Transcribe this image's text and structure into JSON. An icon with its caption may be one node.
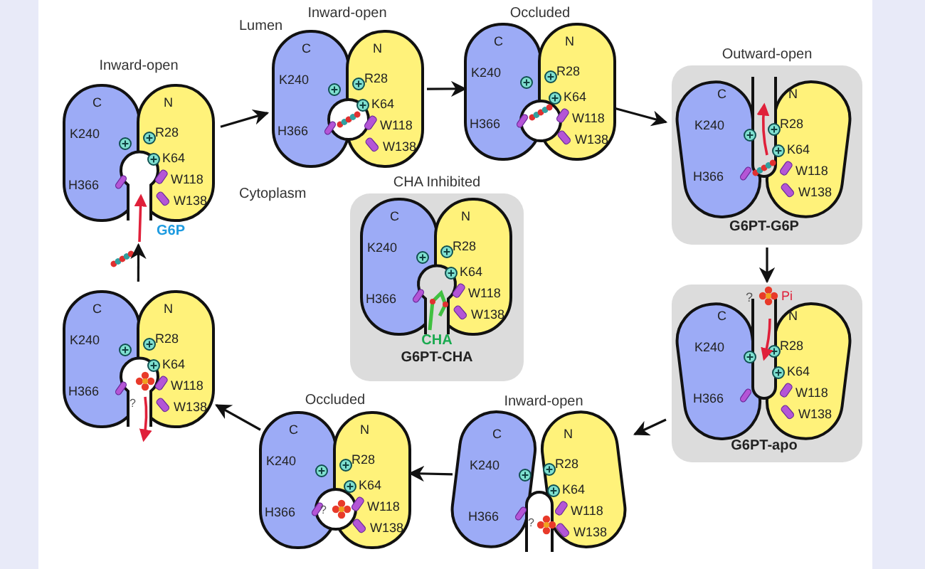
{
  "diagram": {
    "nodes": [
      {
        "text": [
          "Inward-open",
          "C",
          "N",
          "K240",
          "R28",
          "K64",
          "H366",
          "W118",
          "W138",
          "G6P"
        ]
      },
      {
        "text": [
          "Inward-open",
          "C",
          "N",
          "K240",
          "R28",
          "K64",
          "H366",
          "W118",
          "W138"
        ]
      },
      {
        "text": [
          "Occluded",
          "C",
          "N",
          "K240",
          "R28",
          "K64",
          "H366",
          "W118",
          "W138"
        ]
      },
      {
        "text": [
          "Outward-open",
          "C",
          "N",
          "K240",
          "R28",
          "K64",
          "H366",
          "W118",
          "W138",
          "G6PT-G6P"
        ]
      },
      {
        "text": [
          "CHA Inhibited",
          "C",
          "N",
          "K240",
          "R28",
          "K64",
          "H366",
          "W118",
          "W138",
          "CHA",
          "G6PT-CHA"
        ]
      },
      {
        "text": [
          "C",
          "N",
          "K240",
          "R28",
          "K64",
          "H366",
          "W118",
          "W138",
          "?",
          "Pi",
          "G6PT-apo"
        ]
      },
      {
        "text": [
          "C",
          "N",
          "K240",
          "R28",
          "K64",
          "H366",
          "W118",
          "W138",
          "?"
        ]
      },
      {
        "text": [
          "Occluded",
          "C",
          "N",
          "K240",
          "R28",
          "K64",
          "H366",
          "W118",
          "W138",
          "?"
        ]
      },
      {
        "text": [
          "Inward-open",
          "C",
          "N",
          "K240",
          "R28",
          "K64",
          "H366",
          "W118",
          "W138",
          "?"
        ]
      }
    ],
    "edges": [
      {
        "from": 0,
        "to": 1,
        "arrow": "to"
      },
      {
        "from": 1,
        "to": 2,
        "arrow": "to"
      },
      {
        "from": 2,
        "to": 3,
        "arrow": "to"
      },
      {
        "from": 3,
        "to": 5,
        "arrow": "to"
      },
      {
        "from": 5,
        "to": 8,
        "arrow": "to"
      },
      {
        "from": 8,
        "to": 7,
        "arrow": "to"
      },
      {
        "from": 7,
        "to": 6,
        "arrow": "to"
      },
      {
        "from": 6,
        "to": 0,
        "arrow": "to"
      }
    ],
    "labels": [
      "Lumen",
      "Cytoplasm"
    ]
  }
}
